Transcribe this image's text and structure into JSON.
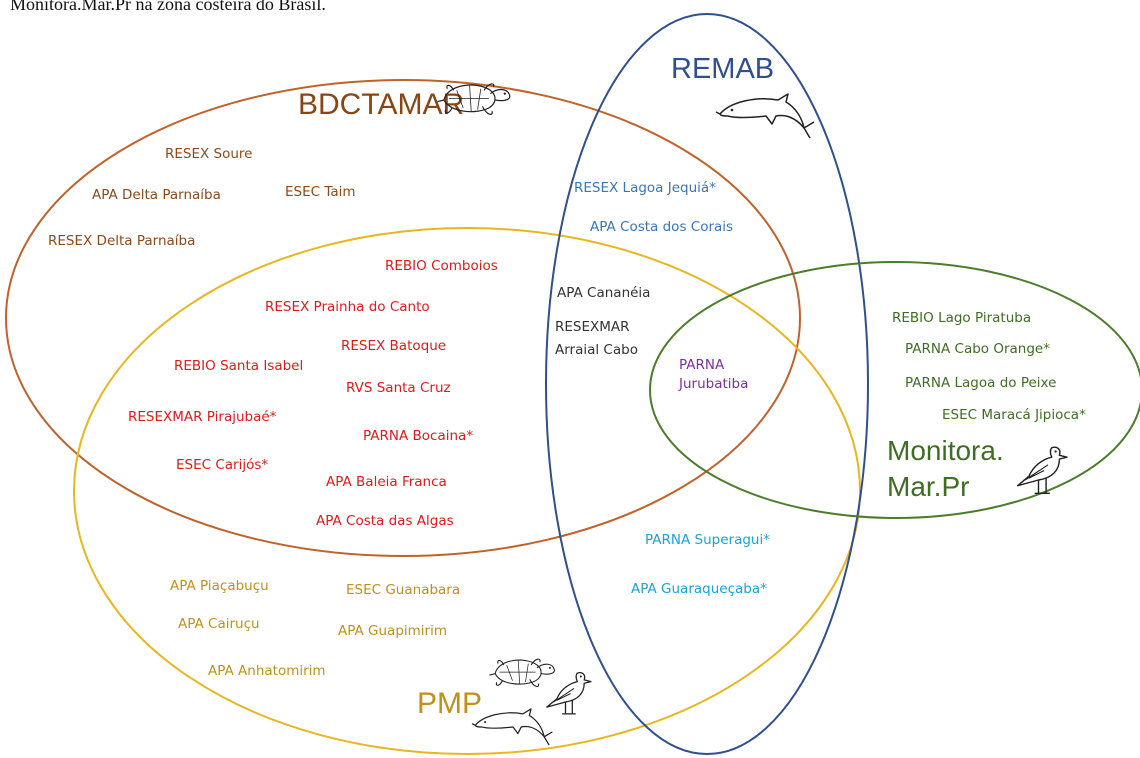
{
  "caption": "Monitora.Mar.Pr na zona costeira do Brasil.",
  "colors": {
    "bdctamar": "#c0622a",
    "bdctamar_text": "#8a4a1c",
    "bdctamar_title": "#8b4513",
    "remab": "#2f4f8f",
    "remab_text": "#3a76b8",
    "monitora": "#4c7c2c",
    "monitora_text": "#3f6d24",
    "pmp": "#e8b620",
    "pmp_text": "#c0901a",
    "overlap_red": "#e01a1a",
    "overlap_gray": "#333333",
    "overlap_purple": "#7b2fa0",
    "overlap_cyan": "#19a3d8",
    "icon_stroke": "#222222"
  },
  "sets": {
    "bdctamar": "BDCTAMAR",
    "remab": "REMAB",
    "monitora_line1": "Monitora.",
    "monitora_line2": "Mar.Pr",
    "pmp": "PMP"
  },
  "items": {
    "bdctamar_only": [
      "RESEX Soure",
      "APA Delta Parnaíba",
      "ESEC Taim",
      "RESEX Delta Parnaíba"
    ],
    "remab_only": [
      "RESEX Lagoa Jequiá*",
      "APA Costa dos Corais"
    ],
    "bdctamar_pmp": [
      "REBIO Comboios",
      "RESEX Prainha do Canto",
      "RESEX Batoque",
      "REBIO Santa Isabel",
      "RVS Santa Cruz",
      "RESEXMAR Pirajubaé*",
      "PARNA Bocaina*",
      "ESEC Carijós*",
      "APA Baleia Franca",
      "APA Costa das Algas"
    ],
    "bdctamar_remab_pmp": [
      "APA Cananéia",
      "RESEXMAR",
      "Arraial Cabo"
    ],
    "all_four": [
      "PARNA",
      "Jurubatiba"
    ],
    "monitora_only": [
      "REBIO Lago Piratuba",
      "PARNA Cabo Orange*",
      "PARNA Lagoa do Peixe",
      "ESEC Maracá Jipioca*"
    ],
    "remab_pmp": [
      "PARNA Superagui*",
      "APA Guaraqueçaba*"
    ],
    "pmp_only": [
      "APA Piaçabuçu",
      "ESEC Guanabara",
      "APA Cairuçu",
      "APA Guapimirim",
      "APA Anhatomirim"
    ]
  },
  "icons": [
    "turtle-icon",
    "dolphin-icon",
    "seabird-icon"
  ]
}
